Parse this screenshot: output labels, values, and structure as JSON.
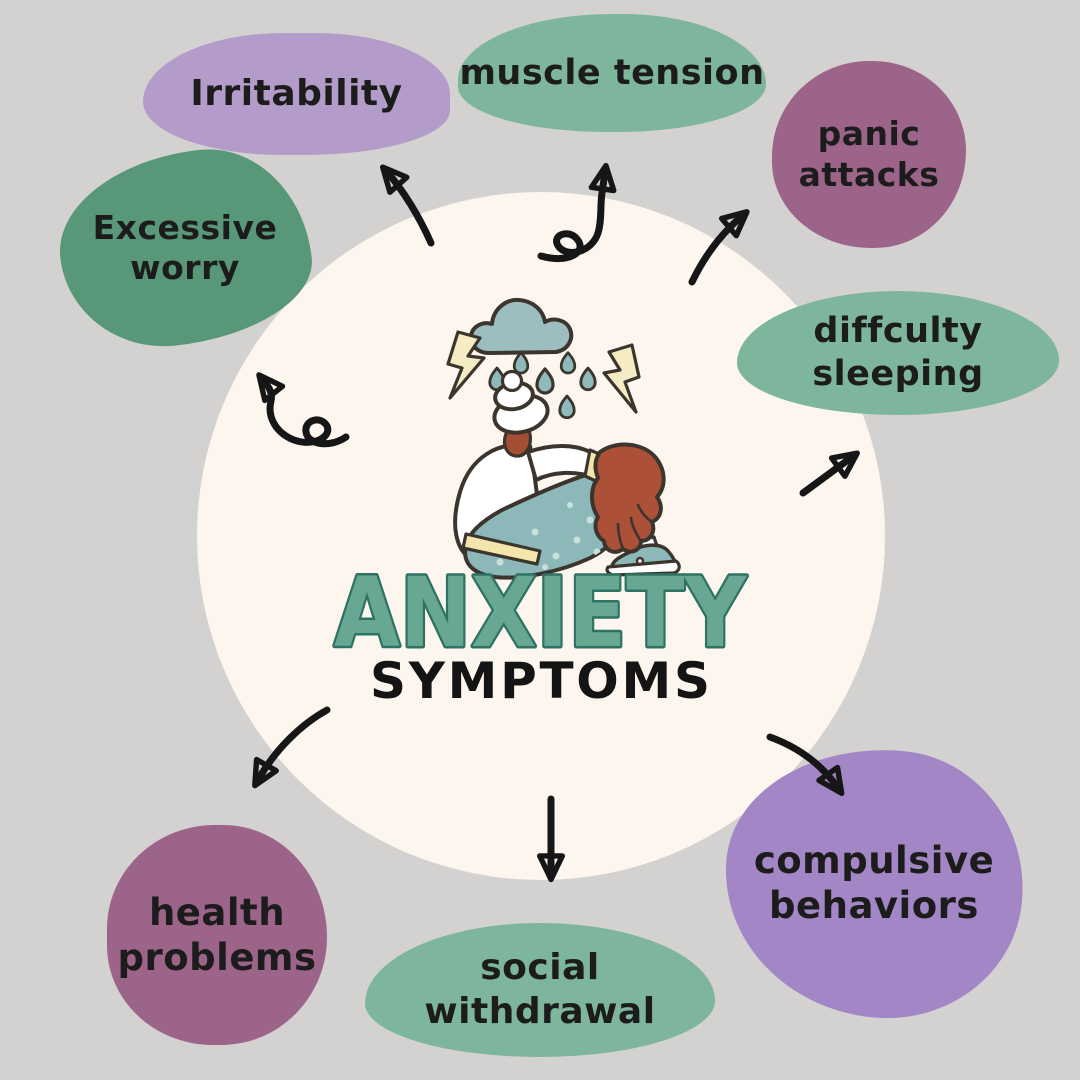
{
  "title": {
    "main": "ANXIETY",
    "sub": "SYMPTOMS"
  },
  "illustration": {
    "description": "person sitting hugging knees under a rain cloud with rain drops and two lightning bolts"
  },
  "symptoms": {
    "irritability": {
      "lines": [
        "Irritability"
      ]
    },
    "muscle_tension": {
      "lines": [
        "muscle tension"
      ]
    },
    "panic_attacks": {
      "lines": [
        "panic",
        "attacks"
      ]
    },
    "excessive_worry": {
      "lines": [
        "Excessive",
        "worry"
      ]
    },
    "difficulty_sleeping": {
      "lines": [
        "diffculty",
        "sleeping"
      ]
    },
    "health_problems": {
      "lines": [
        "health",
        "problems"
      ]
    },
    "social_withdrawal": {
      "lines": [
        "social",
        "withdrawal"
      ]
    },
    "compulsive_behaviors": {
      "lines": [
        "compulsive",
        "behaviors"
      ]
    }
  },
  "colors": {
    "background": "#d3d2d0",
    "center_circle": "#fcf6ee",
    "green_blob": "#7db69c",
    "dark_green_blob": "#589879",
    "lavender_blob": "#b49cca",
    "purple_blob": "#a386c5",
    "mauve_blob": "#9d6489",
    "label_text": "#1c1c1c",
    "title_teal": "#68a893",
    "title_outline": "#2e7264",
    "arrow_black": "#161616",
    "cloud_teal": "#9cbec1",
    "lightning_yellow": "#f6ecc3",
    "skin_brown": "#ac5137",
    "pants_teal": "#8cb8ba",
    "trim_yellow": "#f3e5ab"
  }
}
